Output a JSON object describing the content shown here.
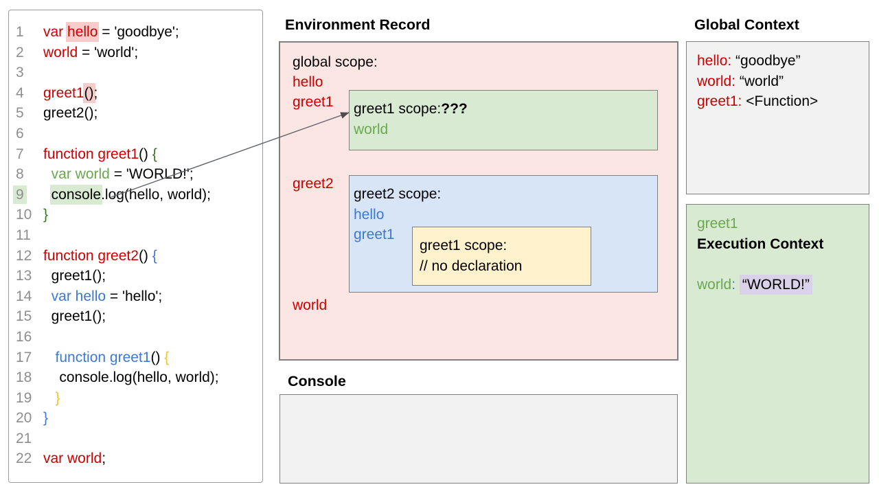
{
  "palette": {
    "red": "#cc0000",
    "green": "#6aa84f",
    "dgreen": "#38761d",
    "blue": "#3c78d8",
    "yellow": "#f1c232",
    "black": "#000000",
    "line_number_gray": "#8e8e8e",
    "pinkhl": "#f6cdcb",
    "greenhl": "#d9ead3",
    "lavenderhl": "#d9d2e9",
    "env_box_bg": "#fce6e4",
    "green_box_bg": "#d9ead3",
    "blue_box_bg": "#d8e5f6",
    "yellow_box_bg": "#fff2cc",
    "gray_box_bg": "#f2f2f2",
    "border_gray": "#7f7f7f"
  },
  "code": {
    "lines": [
      {
        "n": "1",
        "seg": [
          {
            "t": "var ",
            "c": "red"
          },
          {
            "t": "hello",
            "c": "red",
            "hl": "pinkhl"
          },
          {
            "t": " = 'goodbye';"
          }
        ]
      },
      {
        "n": "2",
        "seg": [
          {
            "t": "world",
            "c": "red"
          },
          {
            "t": " = 'world';"
          }
        ]
      },
      {
        "n": "3",
        "seg": []
      },
      {
        "n": "4",
        "seg": [
          {
            "t": "greet1",
            "c": "red"
          },
          {
            "t": "()",
            "hl": "pinkhl"
          },
          {
            "t": ";"
          }
        ]
      },
      {
        "n": "5",
        "seg": [
          {
            "t": "greet2();"
          }
        ]
      },
      {
        "n": "6",
        "seg": []
      },
      {
        "n": "7",
        "seg": [
          {
            "t": "function greet1",
            "c": "red"
          },
          {
            "t": "() "
          },
          {
            "t": "{",
            "c": "dgreen"
          }
        ]
      },
      {
        "n": "8",
        "seg": [
          {
            "t": "  "
          },
          {
            "t": "var world",
            "c": "green"
          },
          {
            "t": " = 'WORLD!';"
          }
        ]
      },
      {
        "n": "9",
        "nhl": true,
        "seg": [
          {
            "t": "  "
          },
          {
            "t": "console",
            "hl": "greenhl"
          },
          {
            "t": ".log(hello, world);"
          }
        ]
      },
      {
        "n": "10",
        "seg": [
          {
            "t": "}",
            "c": "dgreen"
          }
        ]
      },
      {
        "n": "11",
        "seg": []
      },
      {
        "n": "12",
        "seg": [
          {
            "t": "function greet2",
            "c": "red"
          },
          {
            "t": "() "
          },
          {
            "t": "{",
            "c": "blue"
          }
        ]
      },
      {
        "n": "13",
        "seg": [
          {
            "t": "  greet1();"
          }
        ]
      },
      {
        "n": "14",
        "seg": [
          {
            "t": "  "
          },
          {
            "t": "var hello",
            "c": "blue"
          },
          {
            "t": " = 'hello';"
          }
        ]
      },
      {
        "n": "15",
        "seg": [
          {
            "t": "  greet1();"
          }
        ]
      },
      {
        "n": "16",
        "seg": []
      },
      {
        "n": "17",
        "seg": [
          {
            "t": "   "
          },
          {
            "t": "function greet1",
            "c": "blue"
          },
          {
            "t": "() "
          },
          {
            "t": "{",
            "c": "yellow"
          }
        ]
      },
      {
        "n": "18",
        "seg": [
          {
            "t": "    console.log(hello, world);"
          }
        ]
      },
      {
        "n": "19",
        "seg": [
          {
            "t": "   "
          },
          {
            "t": "}",
            "c": "yellow"
          }
        ]
      },
      {
        "n": "20",
        "seg": [
          {
            "t": "}",
            "c": "blue"
          }
        ]
      },
      {
        "n": "21",
        "seg": []
      },
      {
        "n": "22",
        "seg": [
          {
            "t": "var world",
            "c": "red"
          },
          {
            "t": ";"
          }
        ]
      }
    ]
  },
  "env": {
    "title": "Environment Record",
    "global_scope_label": "global scope:",
    "hello": "hello",
    "greet1": "greet1",
    "greet2": "greet2",
    "world": "world",
    "greet1_scope": {
      "label": "greet1 scope:",
      "unknown": "???",
      "world": "world"
    },
    "greet2_scope": {
      "label": "greet2 scope:",
      "hello": "hello",
      "greet1": "greet1",
      "inner": {
        "label": "greet1 scope:",
        "comment": "// no declaration"
      }
    }
  },
  "console": {
    "title": "Console"
  },
  "global_ctx": {
    "title": "Global Context",
    "entries": [
      {
        "label": "hello:",
        "value": " “goodbye”"
      },
      {
        "label": "world:",
        "value": " “world”"
      },
      {
        "label": "greet1:",
        "value": " <Function>"
      }
    ]
  },
  "exec_ctx": {
    "fn": "greet1",
    "title": "Execution Context",
    "var_name": "world",
    "colon": ": ",
    "value": "“WORLD!”"
  }
}
